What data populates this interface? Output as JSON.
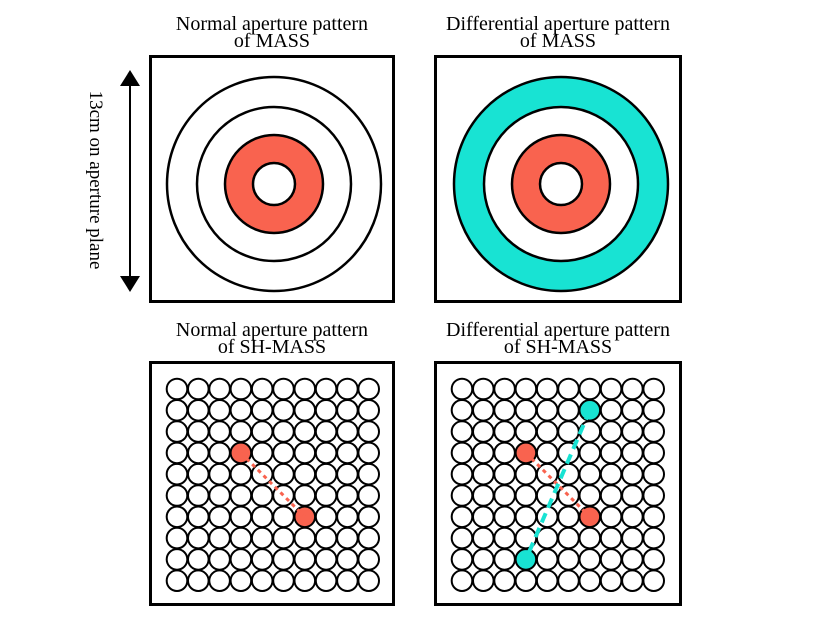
{
  "panels": [
    {
      "title_line1": "Normal aperture pattern",
      "title_line2": "of MASS"
    },
    {
      "title_line1": "Differential aperture pattern",
      "title_line2": "of MASS"
    },
    {
      "title_line1": "Normal aperture pattern",
      "title_line2": "of SH-MASS"
    },
    {
      "title_line1": "Differential aperture pattern",
      "title_line2": "of SH-MASS"
    }
  ],
  "scale_label": "13cm on aperture plane",
  "colors": {
    "highlight_red": "#f9634f",
    "highlight_cyan": "#18e3d3",
    "outline": "#000000"
  },
  "grid": {
    "rows": 10,
    "cols": 10
  },
  "sh_normal_highlights": [
    [
      3,
      3
    ],
    [
      6,
      6
    ]
  ],
  "sh_diff_red": [
    [
      3,
      3
    ],
    [
      6,
      6
    ]
  ],
  "sh_diff_cyan": [
    [
      1,
      6
    ],
    [
      8,
      3
    ]
  ]
}
